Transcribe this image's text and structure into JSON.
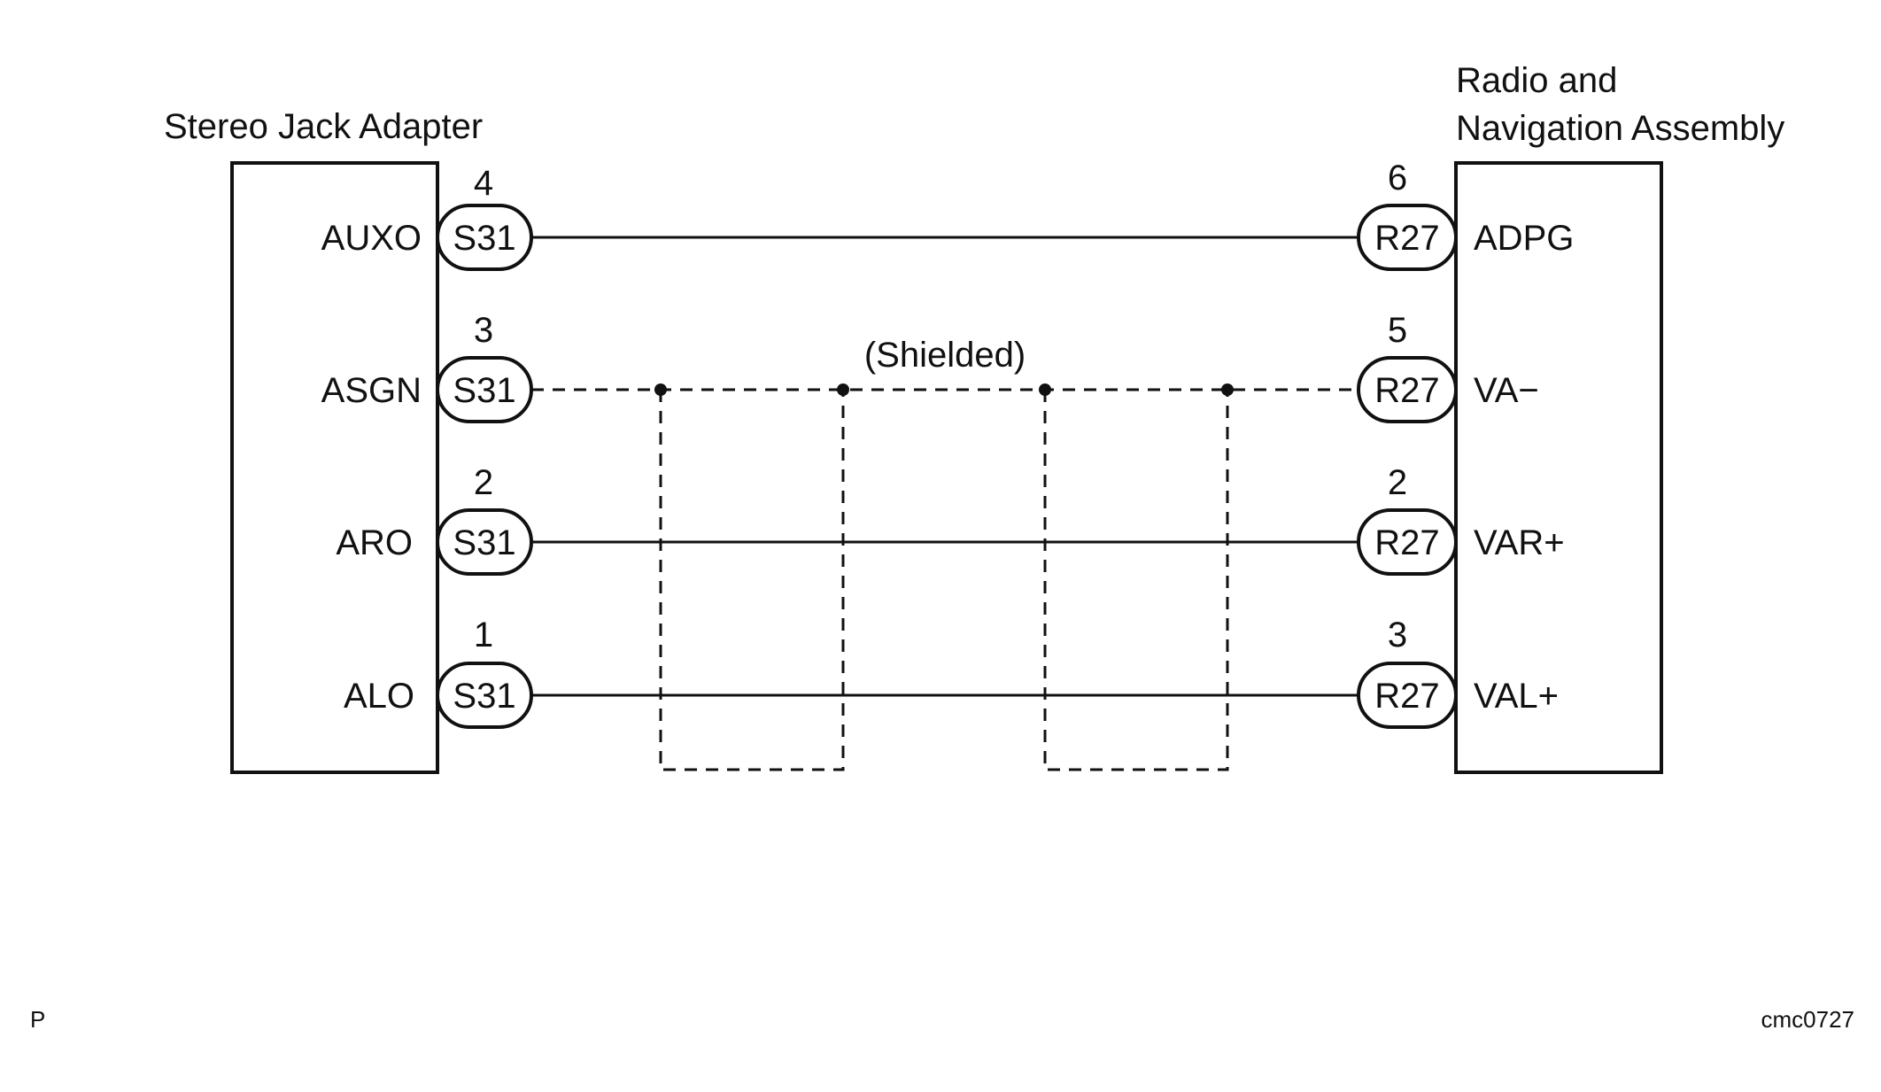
{
  "left_component": {
    "title": "Stereo Jack Adapter",
    "connector": "S31",
    "pins": [
      {
        "number": "4",
        "signal": "AUXO"
      },
      {
        "number": "3",
        "signal": "ASGN"
      },
      {
        "number": "2",
        "signal": "ARO"
      },
      {
        "number": "1",
        "signal": "ALO"
      }
    ]
  },
  "right_component": {
    "title_line1": "Radio and",
    "title_line2": "Navigation Assembly",
    "connector": "R27",
    "pins": [
      {
        "number": "6",
        "signal": "ADPG"
      },
      {
        "number": "5",
        "signal": "VA−"
      },
      {
        "number": "2",
        "signal": "VAR+"
      },
      {
        "number": "3",
        "signal": "VAL+"
      }
    ]
  },
  "shield_label": "(Shielded)",
  "corner_left": "P",
  "corner_right": "cmc0727"
}
